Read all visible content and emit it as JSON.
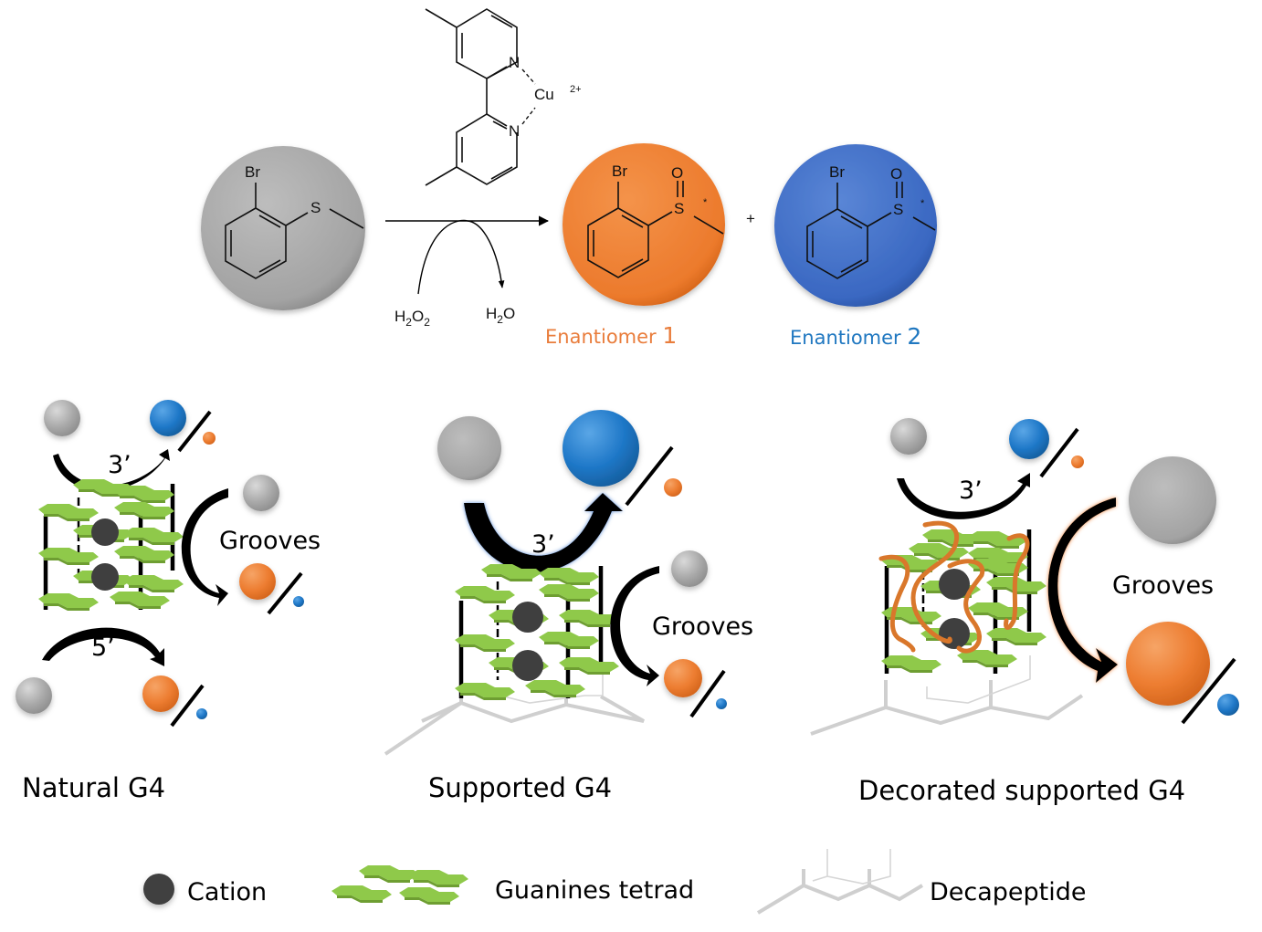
{
  "reaction": {
    "catalyst": {
      "metal": "Cu",
      "charge": "2+",
      "ligand_atoms": [
        "N",
        "N"
      ]
    },
    "substrate": {
      "atoms": [
        "Br",
        "S"
      ],
      "color": "#a8a8a8"
    },
    "oxidant": {
      "reagent_main": "H",
      "reagent_sub1": "2",
      "reagent_o": "O",
      "reagent_sub2": "2",
      "product_main": "H",
      "product_sub": "2",
      "product_o": "O"
    },
    "products": [
      {
        "atoms": [
          "Br",
          "O",
          "S",
          "*"
        ],
        "label": "Enantiomer ",
        "number": "1",
        "color": "#ed7d31"
      },
      {
        "atoms": [
          "Br",
          "O",
          "S",
          "*"
        ],
        "label": "Enantiomer ",
        "number": "2",
        "color": "#2e75b6"
      }
    ],
    "plus": "+"
  },
  "panels": [
    {
      "title": "Natural G4",
      "top_label": "3’",
      "groove_label": "Grooves",
      "bottom_label": "5’"
    },
    {
      "title": "Supported G4",
      "top_label": "3’",
      "groove_label": "Grooves"
    },
    {
      "title": "Decorated supported G4",
      "top_label": "3’",
      "groove_label": "Grooves"
    }
  ],
  "legend": [
    {
      "icon": "cation-icon",
      "label": "Cation"
    },
    {
      "icon": "guanine-tetrad-icon",
      "label": "Guanines tetrad"
    },
    {
      "icon": "decapeptide-icon",
      "label": "Decapeptide"
    }
  ],
  "colors": {
    "substrate": "#a6a6a6",
    "enantiomer_1": "#ed7d31",
    "enantiomer_2": "#2e75b6",
    "enantiomer_1_text": "#e97d3c",
    "enantiomer_2_text": "#1f77c0",
    "tetrad": "#8fc94a",
    "cation": "#3f3f3f",
    "peptide": "#cfcfcf"
  }
}
